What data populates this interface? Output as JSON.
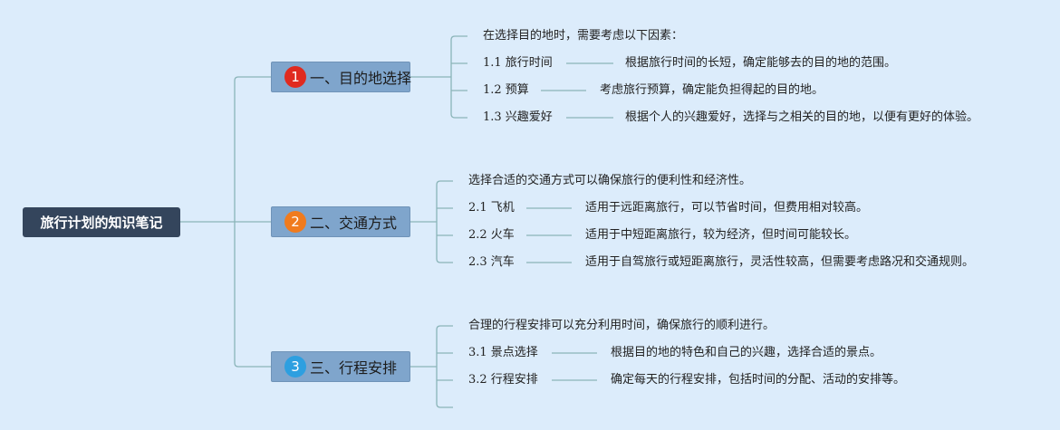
{
  "root": {
    "label": "旅行计划的知识笔记"
  },
  "colors": {
    "background": "#dcecfb",
    "root_fill": "#34455c",
    "branch_fill": "#7fa5cc",
    "connector": "#8ab4b8",
    "badge_1": "#e02a1f",
    "badge_2": "#f07b1e",
    "badge_3": "#2d9fe0"
  },
  "branches": [
    {
      "badge": "1",
      "icon": "number-1-red-circle-icon",
      "label": "一、目的地选择",
      "intro": "在选择目的地时，需要考虑以下因素：",
      "items": [
        {
          "key": "1.1 旅行时间",
          "desc": "根据旅行时间的长短，确定能够去的目的地的范围。"
        },
        {
          "key": "1.2 预算",
          "desc": "考虑旅行预算，确定能负担得起的目的地。"
        },
        {
          "key": "1.3 兴趣爱好",
          "desc": "根据个人的兴趣爱好，选择与之相关的目的地，以便有更好的体验。"
        }
      ]
    },
    {
      "badge": "2",
      "icon": "number-2-orange-circle-icon",
      "label": "二、交通方式",
      "intro": "选择合适的交通方式可以确保旅行的便利性和经济性。",
      "items": [
        {
          "key": "2.1 飞机",
          "desc": "适用于远距离旅行，可以节省时间，但费用相对较高。"
        },
        {
          "key": "2.2 火车",
          "desc": "适用于中短距离旅行，较为经济，但时间可能较长。"
        },
        {
          "key": "2.3 汽车",
          "desc": "适用于自驾旅行或短距离旅行，灵活性较高，但需要考虑路况和交通规则。"
        }
      ]
    },
    {
      "badge": "3",
      "icon": "number-3-blue-circle-icon",
      "label": "三、行程安排",
      "intro": "合理的行程安排可以充分利用时间，确保旅行的顺利进行。",
      "items": [
        {
          "key": "3.1 景点选择",
          "desc": "根据目的地的特色和自己的兴趣，选择合适的景点。"
        },
        {
          "key": "3.2 行程安排",
          "desc": "确定每天的行程安排，包括时间的分配、活动的安排等。"
        }
      ]
    }
  ]
}
